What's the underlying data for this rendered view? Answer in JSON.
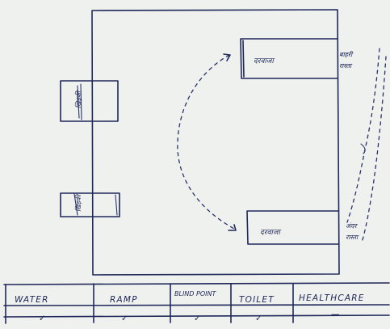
{
  "building": {
    "door_top_label": "दरवाजा",
    "door_bottom_label": "दरवाजा",
    "window_left_top_label": "खिड़की",
    "window_left_bottom_label": "खिड़की",
    "path_top_label_line1": "बाहरी",
    "path_top_label_line2": "रास्ता",
    "path_bottom_label_line1": "अंदर",
    "path_bottom_label_line2": "रास्ता"
  },
  "facilities": {
    "headers": [
      "WATER",
      "RAMP",
      "BLIND POINT",
      "TOILET",
      "HEALTHCARE"
    ],
    "values": [
      "✓",
      "✓",
      "✓",
      "✓",
      "—"
    ]
  }
}
